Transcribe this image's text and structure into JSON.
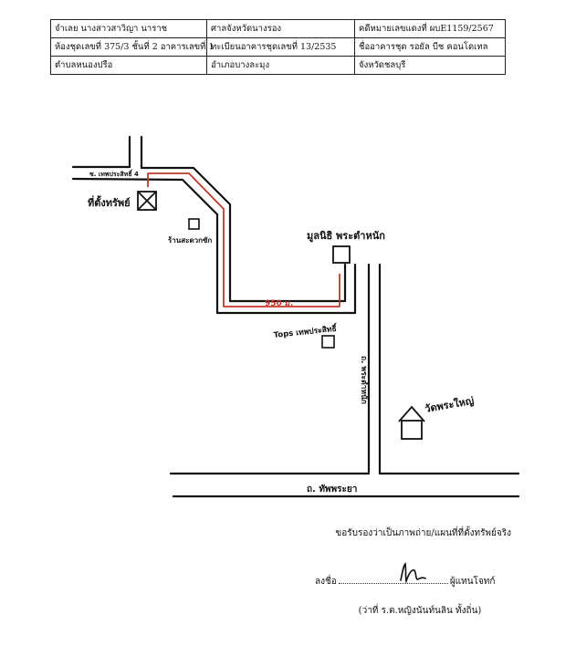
{
  "info_table": {
    "rows": [
      [
        "จำเลย นางสาวสาวิญา นาราช",
        "ศาลจังหวัดนางรอง",
        "คดีหมายเลขแดงที่ ผบE1159/2567"
      ],
      [
        "ห้องชุดเลขที่ 375/3 ชั้นที่ 2 อาคารเลขที่ 1",
        "ทะเบียนอาคารชุดเลขที่ 13/2535",
        "ชื่ออาคารชุด รอยัล บีช คอนโดเทล"
      ],
      [
        "ตำบลหนองปรือ",
        "อำเภอบางละมุง",
        "จังหวัดชลบุรี"
      ]
    ]
  },
  "map": {
    "road_soi_label": "ซ. เทพประสิทธิ์ 4",
    "property_label": "ที่ตั้งทรัพย์",
    "shop_label": "ร้านสะดวกซัก",
    "foundation_label": "มูลนิธิ พระตำหนัก",
    "distance_label": "950 ม.",
    "tops_label": "Tops เทพประสิทธิ์",
    "road_side_label": "ถ. พระตำหนัก",
    "temple_label": "วัดพระใหญ่",
    "main_road_label": "ถ. ทัพพระยา",
    "route_color": "#c0392b"
  },
  "footer": {
    "certify_text": "ขอรับรองว่าเป็นภาพถ่าย/แผนที่ที่ตั้งทรัพย์จริง",
    "sign_prefix": "ลงชื่อ",
    "sign_suffix": "ผู้แทนโจทก์",
    "signer_name": "(ว่าที่ ร.ต.หญิงนันท์นลิน ทั้งถิ่น)"
  }
}
